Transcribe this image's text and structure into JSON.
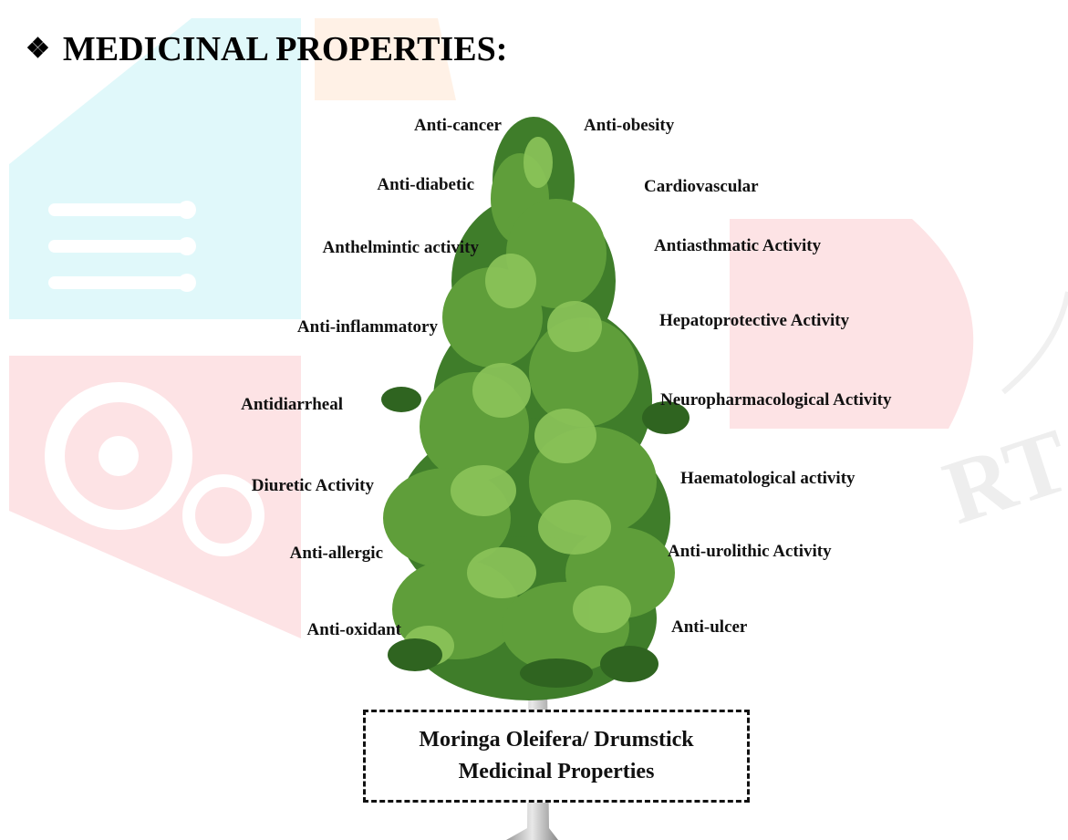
{
  "heading": {
    "bullet": "❖",
    "text": "MEDICINAL PROPERTIES:"
  },
  "labels_left": [
    "Anti-cancer",
    "Anti-diabetic",
    "Anthelmintic activity",
    "Anti-inflammatory",
    "Antidiarrheal",
    "Diuretic Activity",
    "Anti-allergic",
    "Anti-oxidant"
  ],
  "labels_right": [
    "Anti-obesity",
    "Cardiovascular",
    "Antiasthmatic Activity",
    "Hepatoprotective Activity",
    "Neuropharmacological Activity",
    "Haematological activity",
    "Anti-urolithic Activity",
    "Anti-ulcer"
  ],
  "caption": {
    "line1": "Moringa Oleifera/ Drumstick",
    "line2": "Medicinal Properties"
  },
  "colors": {
    "leaf_dark": "#3f7d2a",
    "leaf_mid": "#5f9e3a",
    "leaf_light": "#8cc45a",
    "trunk": "#cfcfcf"
  }
}
